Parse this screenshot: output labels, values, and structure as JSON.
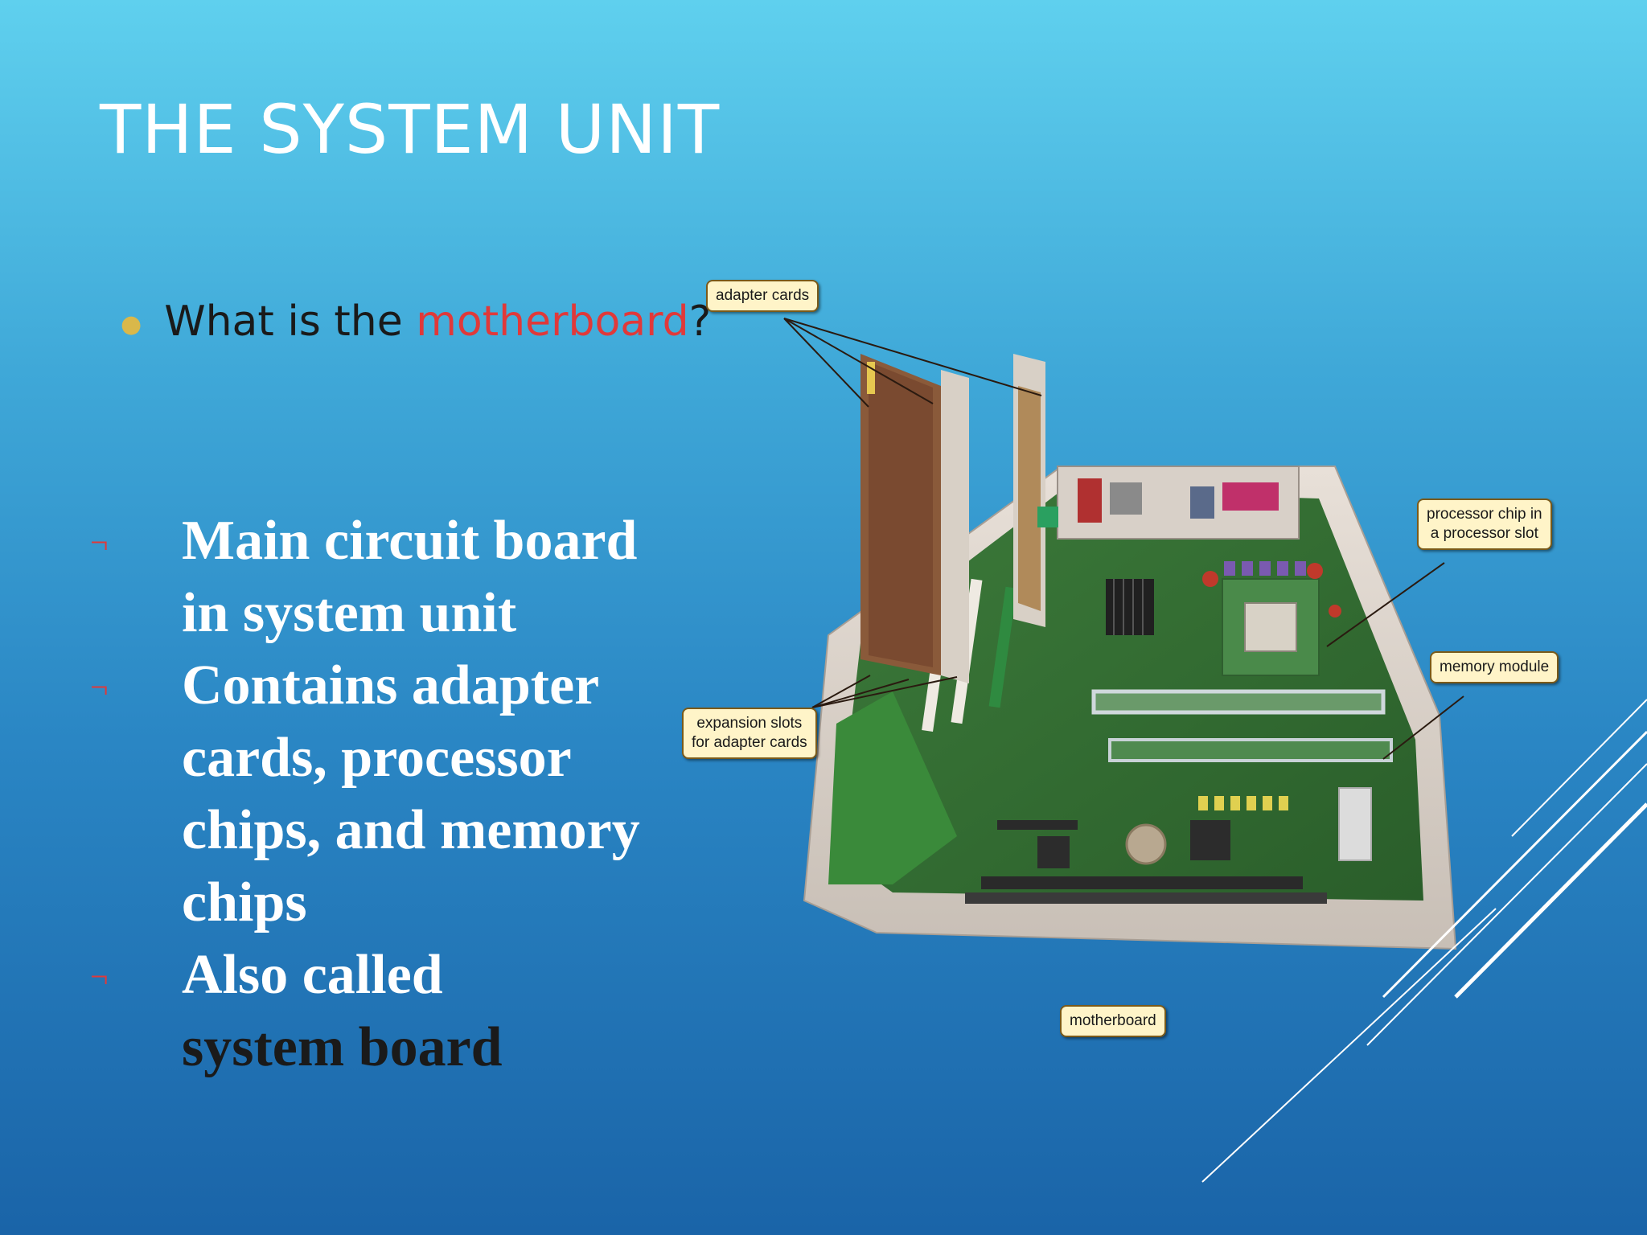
{
  "slide": {
    "title": "THE SYSTEM UNIT",
    "question": {
      "prefix": "What is the ",
      "highlight": "motherboard",
      "suffix": "?"
    },
    "bullet_marker": "¬",
    "bullets": [
      {
        "text": "Main circuit board in system unit"
      },
      {
        "text": "Contains adapter cards, processor chips, and memory chips"
      },
      {
        "line1": "Also called",
        "line2": "system board"
      }
    ]
  },
  "figure": {
    "callouts": {
      "adapter_cards": "adapter cards",
      "processor_line1": "processor chip in",
      "processor_line2": "a processor slot",
      "memory_module": "memory module",
      "expansion_line1": "expansion slots",
      "expansion_line2": "for adapter cards",
      "motherboard": "motherboard"
    }
  },
  "colors": {
    "background_top": "#5fd0ee",
    "background_bottom": "#1a64a8",
    "title": "#ffffff",
    "highlight": "#e0393a",
    "bullet_dot": "#d9b84a",
    "callout_fill": "#fff4c8"
  }
}
